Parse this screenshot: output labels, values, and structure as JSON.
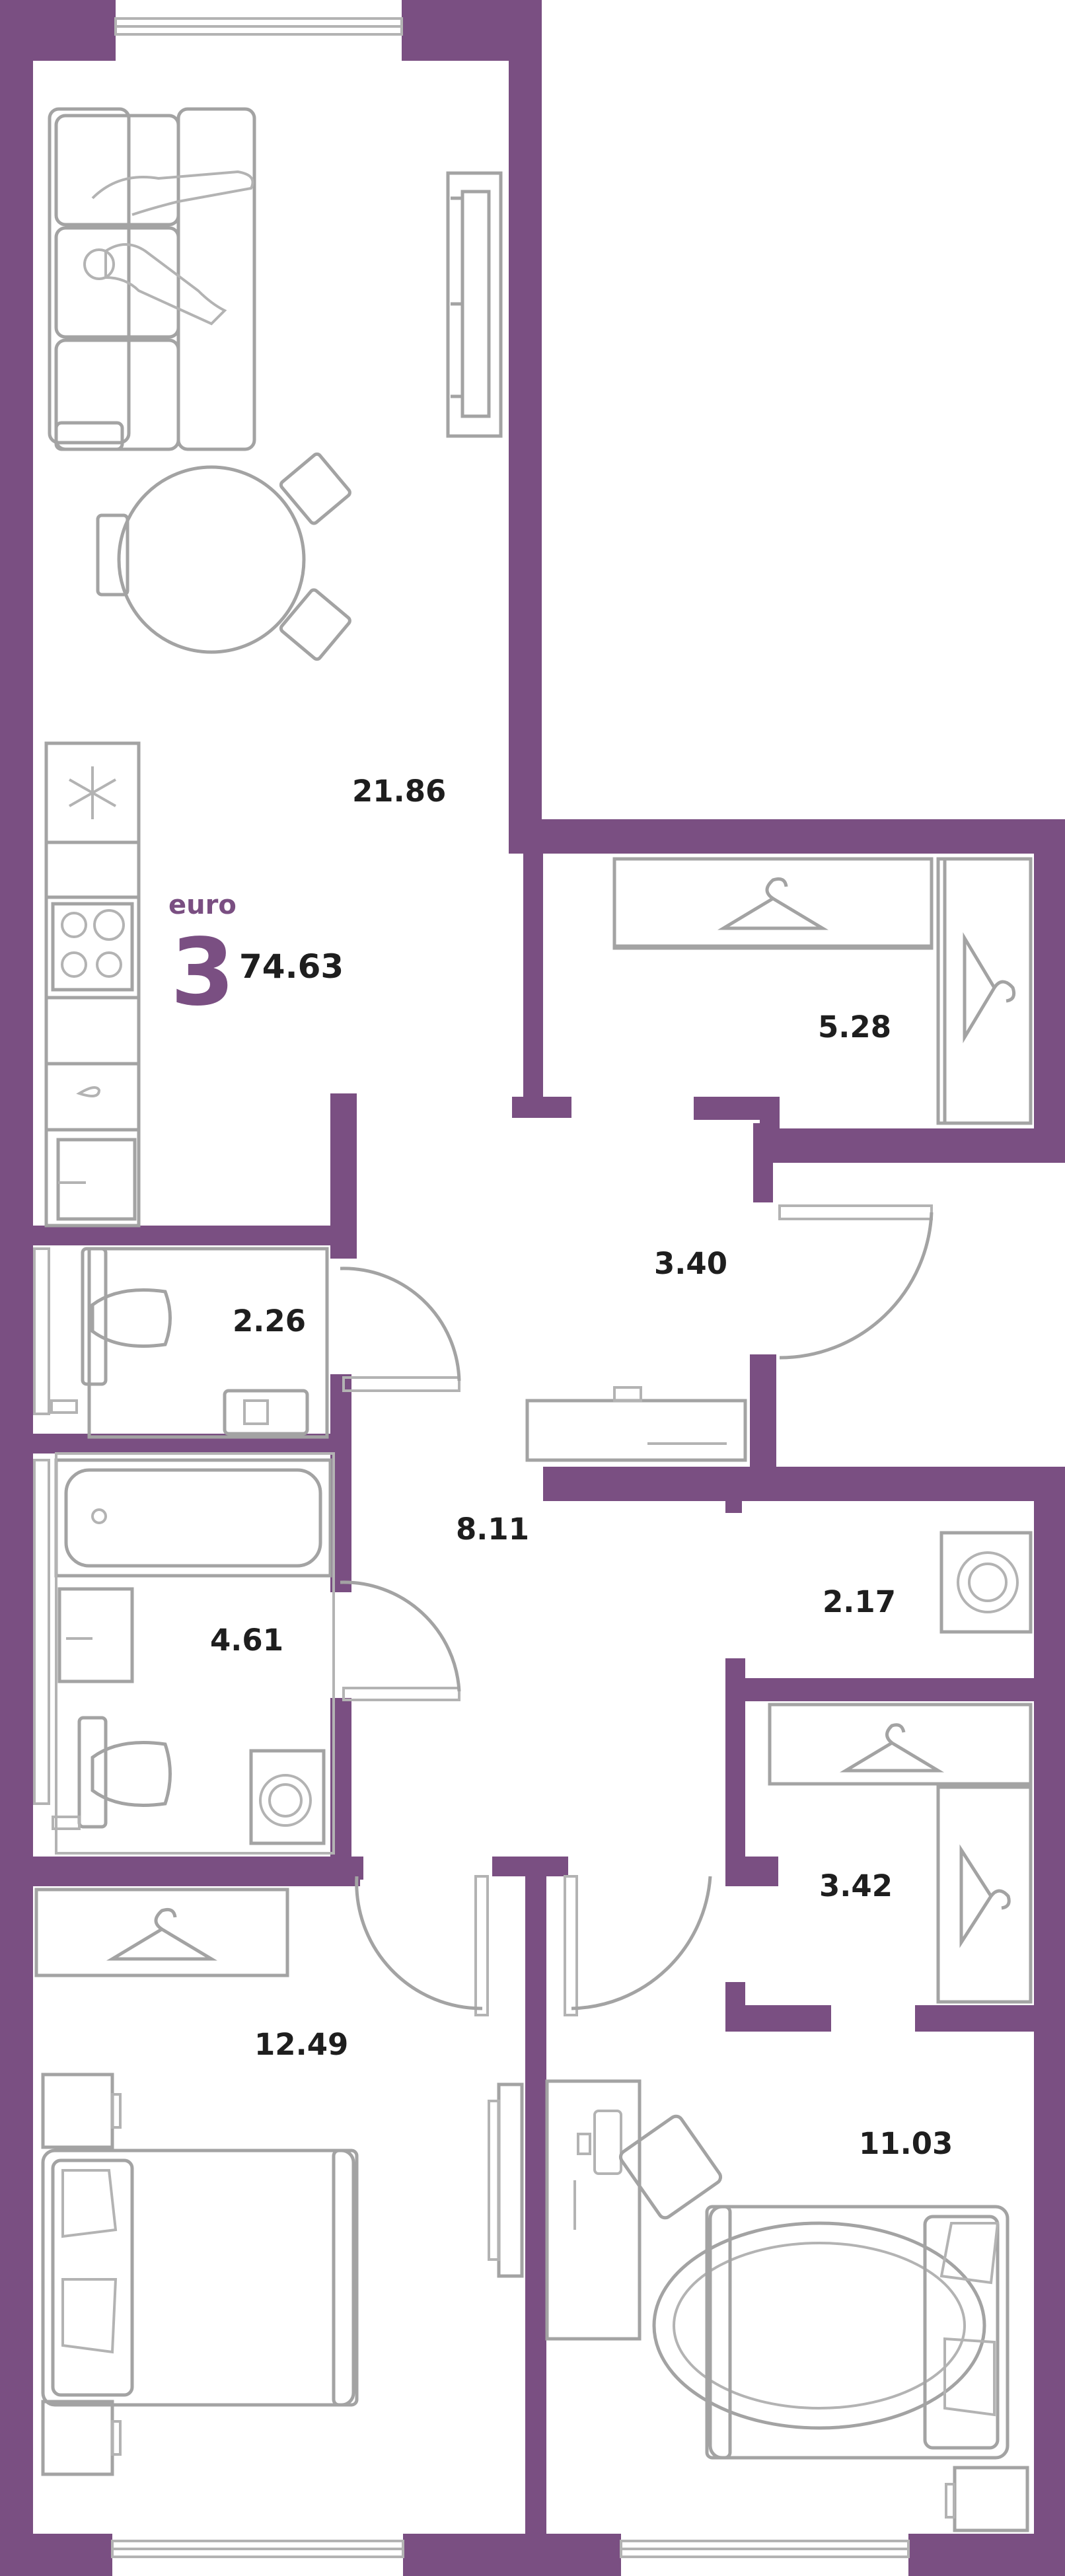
{
  "apartment": {
    "type": "euro",
    "rooms": "3",
    "total_area": "74.63"
  },
  "rooms": {
    "living_kitchen": "21.86",
    "wardrobe_top": "5.28",
    "hall": "3.40",
    "bathroom_small": "2.26",
    "corridor": "8.11",
    "bathroom": "4.61",
    "laundry": "2.17",
    "wardrobe_small": "3.42",
    "bedroom_left": "12.49",
    "bedroom_right": "11.03"
  },
  "colors": {
    "wall": "#7a4f82",
    "furniture_line": "#a3a3a3",
    "text": "#1e1e1e",
    "accent": "#7a4f82"
  },
  "icons": {
    "sofa": "sofa-icon",
    "tv": "tv-icon",
    "table": "dining-table-icon",
    "kitchen": "kitchen-unit-icon",
    "wardrobe": "hanger-icon",
    "bath": "bathtub-icon",
    "toilet": "toilet-icon",
    "sink": "sink-icon",
    "washer": "washing-machine-icon",
    "bed": "bed-icon",
    "desk": "desk-icon",
    "armchair": "armchair-icon",
    "rug": "rug-icon",
    "nightstand": "nightstand-icon",
    "window": "window-icon",
    "door": "door-icon"
  }
}
